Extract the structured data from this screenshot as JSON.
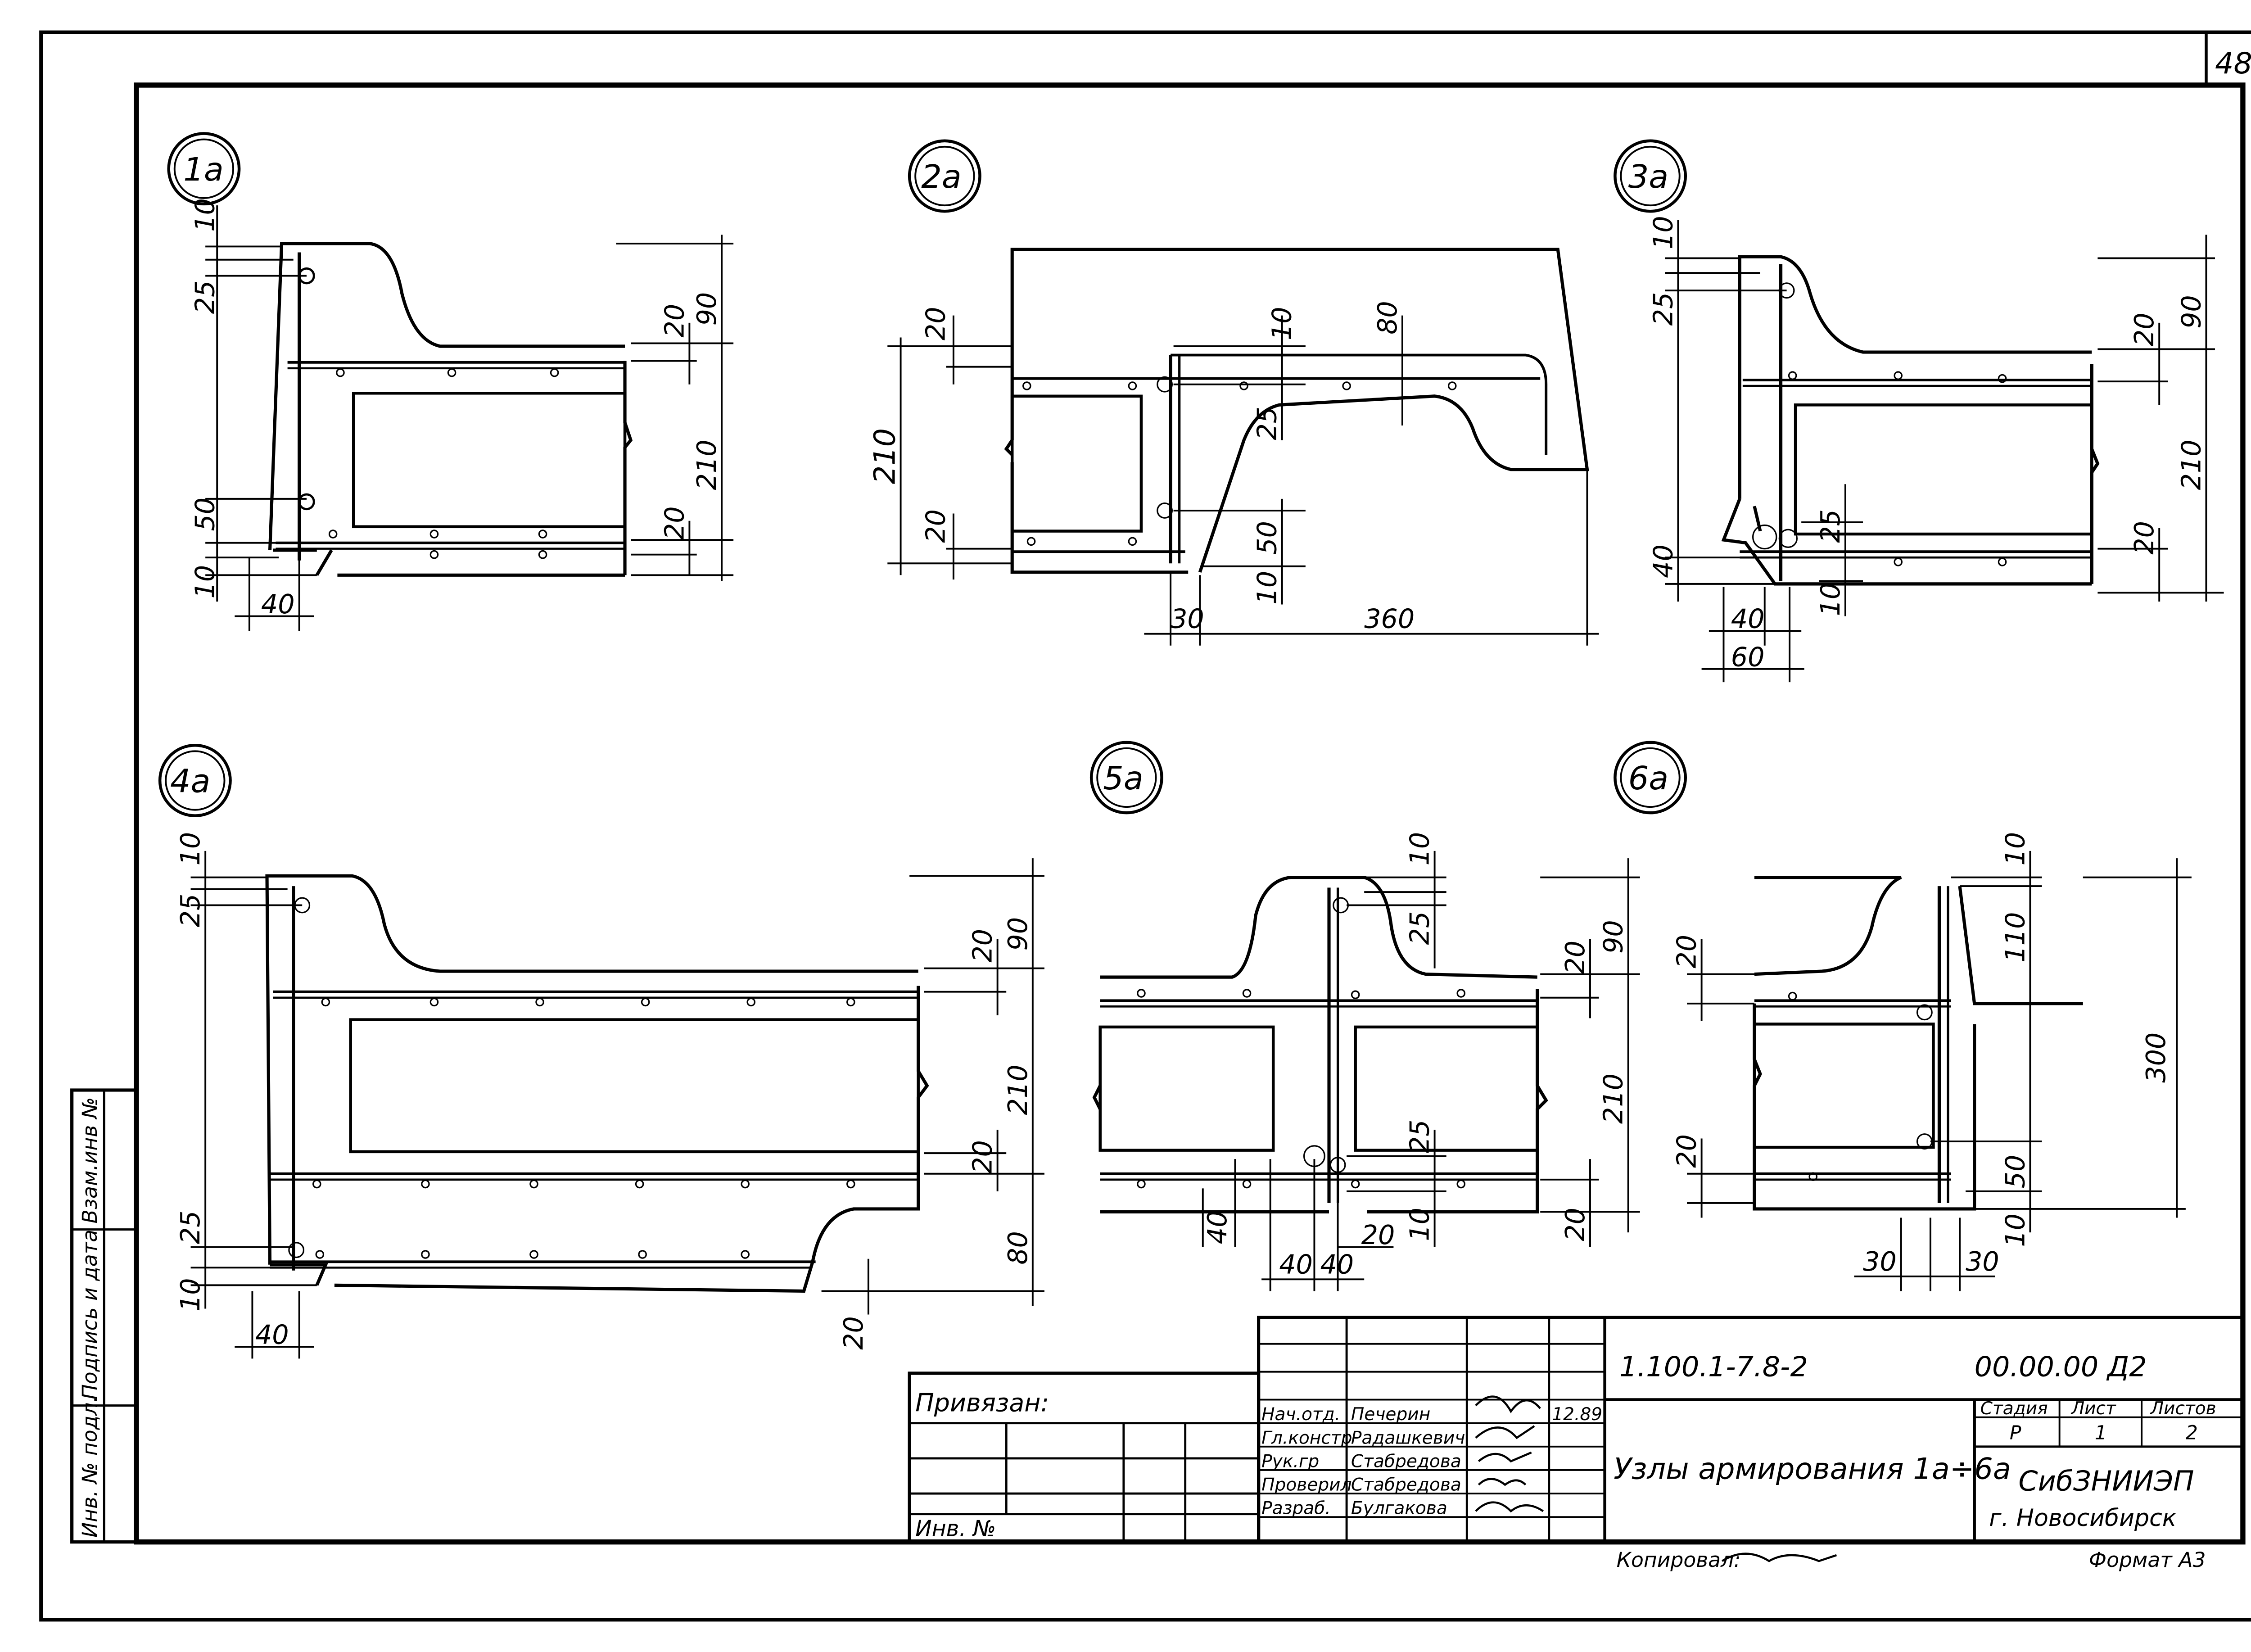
{
  "sheet": {
    "number": "48"
  },
  "details": [
    {
      "label": "1а",
      "dims": {
        "d10a": "10",
        "d25": "25",
        "d90": "90",
        "d20a": "20",
        "d210": "210",
        "d50": "50",
        "d20b": "20",
        "d10b": "10",
        "d40": "40"
      }
    },
    {
      "label": "2а",
      "dims": {
        "d20a": "20",
        "d10": "10",
        "d80": "80",
        "d210": "210",
        "d25": "25",
        "d20b": "20",
        "d50": "50",
        "d10b": "10",
        "d30": "30",
        "d360": "360"
      }
    },
    {
      "label": "3а",
      "dims": {
        "d10a": "10",
        "d25a": "25",
        "d90": "90",
        "d20a": "20",
        "d210": "210",
        "d25b": "25",
        "d40a": "40",
        "d20b": "20",
        "d10b": "10",
        "d40b": "40",
        "d60": "60"
      }
    },
    {
      "label": "4а",
      "dims": {
        "d10a": "10",
        "d25a": "25",
        "d90": "90",
        "d20a": "20",
        "d210": "210",
        "d20b": "20",
        "d25b": "25",
        "d80": "80",
        "d10b": "10",
        "d40": "40",
        "d20c": "20"
      }
    },
    {
      "label": "5а",
      "dims": {
        "d10a": "10",
        "d25a": "25",
        "d20a": "20",
        "d90": "90",
        "d210": "210",
        "d25b": "25",
        "d40a": "40",
        "d20b": "20",
        "d10b": "10",
        "d40b": "40",
        "d40c": "40",
        "d20c": "20"
      }
    },
    {
      "label": "6а",
      "dims": {
        "d10a": "10",
        "d20a": "20",
        "d110": "110",
        "d300": "300",
        "d20b": "20",
        "d50": "50",
        "d10b": "10",
        "d30a": "30",
        "d30b": "30"
      }
    }
  ],
  "side_stamp": {
    "col1": "Взам.инв №",
    "col2": "Подпись и дата",
    "col3": "Инв. № подл."
  },
  "title_block": {
    "bound_label": "Привязан:",
    "inv_label": "Инв. №",
    "doc_code": "1.100.1-7.8-2",
    "doc_number": "00.00.00 Д2",
    "title": "Узлы армирования 1а÷6а",
    "stage_header": "Стадия",
    "sheet_header": "Лист",
    "sheets_header": "Листов",
    "stage": "Р",
    "sheet": "1",
    "sheets": "2",
    "org_name": "СибЗНИИЭП",
    "org_city": "г. Новосибирск",
    "date": "12.89",
    "signatures": [
      {
        "role": "Нач.отд.",
        "name": "Печерин"
      },
      {
        "role": "Гл.констр",
        "name": "Радашкевич"
      },
      {
        "role": "Рук.гр",
        "name": "Стабредова"
      },
      {
        "role": "Проверил",
        "name": "Стабредова"
      },
      {
        "role": "Разраб.",
        "name": "Булгакова"
      }
    ],
    "copied_label": "Копировал:",
    "format_label": "Формат А3"
  }
}
